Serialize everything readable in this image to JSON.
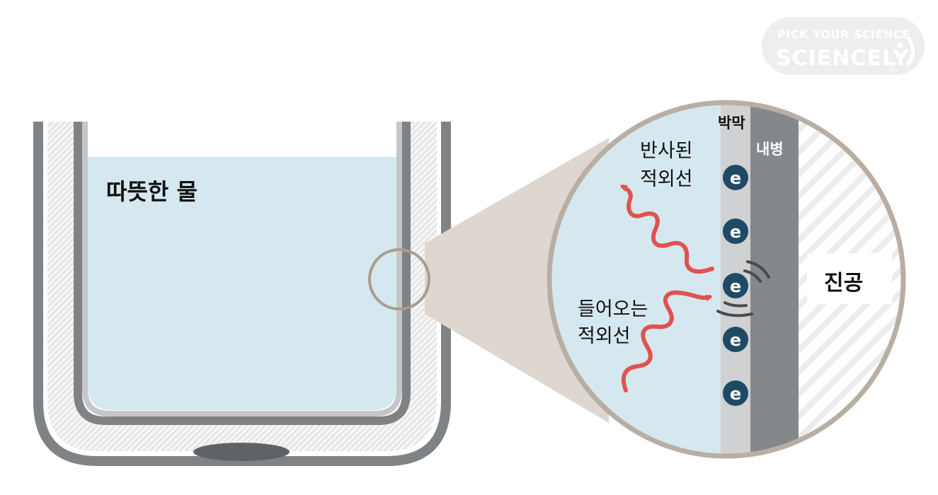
{
  "logo": {
    "line1": "PICK YOUR SCIENCE",
    "line2": "SCIENCELY",
    "copyright": "©"
  },
  "labels": {
    "hot_water": "따뜻한 물",
    "film": "박막",
    "inner_wall": "내병",
    "vacuum": "진공",
    "reflected_ir_line1": "반사된",
    "reflected_ir_line2": "적외선",
    "incoming_ir_line1": "들어오는",
    "incoming_ir_line2": "적외선"
  },
  "electrons": [
    "e",
    "e",
    "e",
    "e",
    "e"
  ],
  "colors": {
    "water": "#d6e8ef",
    "wall_dark": "#7f8386",
    "wall_mid": "#c4c6c8",
    "insulation": "#f2f2f2",
    "zoom_ring": "#b8aea3",
    "zoom_cone": "#ddd7d0",
    "film": "#cfd1d3",
    "inner_wall": "#85888b",
    "electron": "#1f4a63",
    "infrared": "#e0524f",
    "logo_bg": "#eeeeee"
  }
}
